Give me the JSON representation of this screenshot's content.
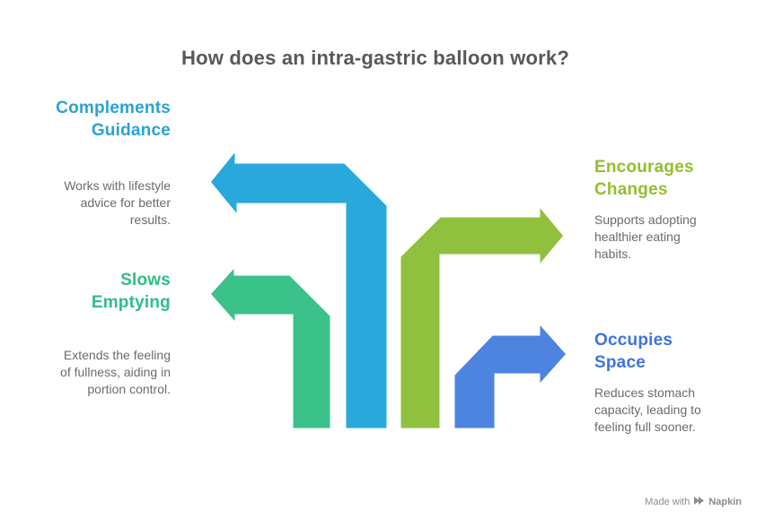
{
  "title": "How does an intra-gastric balloon work?",
  "colors": {
    "title_text": "#58585B",
    "body_text": "#6B6B6B",
    "watermark_text": "#8C8C8C",
    "cyan_arrow": "#29A8DC",
    "green_arrow": "#3BC18A",
    "olive_arrow": "#90C13E",
    "blue_arrow": "#4C84E0",
    "cyan_text": "#29A3D7",
    "green_text": "#2FBE85",
    "olive_text": "#94BE2F",
    "blue_text": "#3D74DC"
  },
  "sections": [
    {
      "id": "complements-guidance",
      "heading": "Complements\nGuidance",
      "body": "Works with lifestyle\nadvice for better\nresults."
    },
    {
      "id": "slows-emptying",
      "heading": "Slows\nEmptying",
      "body": "Extends the feeling\nof fullness, aiding in\nportion control."
    },
    {
      "id": "encourages-changes",
      "heading": "Encourages\nChanges",
      "body": "Supports adopting\nhealthier eating\nhabits."
    },
    {
      "id": "occupies-space",
      "heading": "Occupies\nSpace",
      "body": "Reduces stomach\ncapacity, leading to\nfeeling full sooner."
    }
  ],
  "watermark": {
    "made_with": "Made with",
    "brand": "Napkin"
  }
}
